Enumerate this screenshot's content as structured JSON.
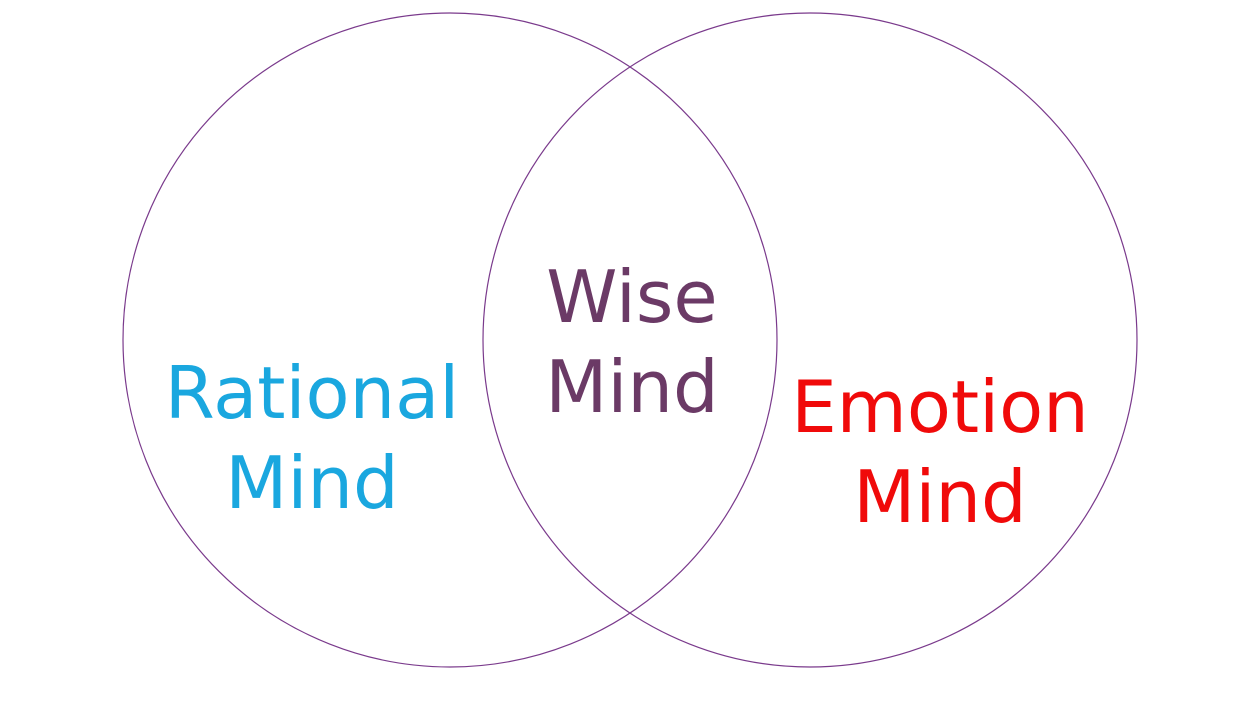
{
  "diagram": {
    "circle_stroke_color": "#7a3a8c",
    "labels": {
      "rational": {
        "line1": "Rational",
        "line2": "Mind",
        "color": "#1aa7df"
      },
      "wise": {
        "line1": "Wise",
        "line2": "Mind",
        "color": "#6b3a66"
      },
      "emotion": {
        "line1": "Emotion",
        "line2": "Mind",
        "color": "#f00a0a"
      }
    }
  }
}
